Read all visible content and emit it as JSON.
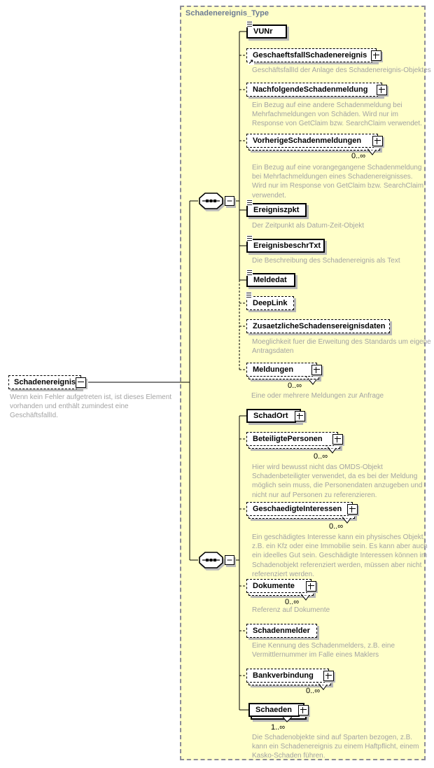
{
  "diagram": {
    "type_container": {
      "title": "Schadenereignis_Type"
    },
    "root": {
      "label": "Schadenereignis",
      "annotation": "Wenn kein Fehler aufgetreten ist, ist dieses Element vorhanden und enthält zumindest eine GeschäftsfallId."
    },
    "colors": {
      "container_fill": "#ffffc9",
      "title_text": "#6c7b93",
      "annotation_text": "#a3a3a3"
    },
    "elements": [
      {
        "label": "VUNr",
        "required": true,
        "has_attributes": true
      },
      {
        "label": "GeschaeftsfallSchadenereignis",
        "required": false,
        "expandable": true,
        "reference": true,
        "annotation": "GeschäftsfallId der Anlage des Schadenereignis-Objektes"
      },
      {
        "label": "NachfolgendeSchadenmeldung",
        "required": false,
        "expandable": true,
        "annotation": "Ein Bezug auf eine andere Schadenmeldung bei Mehrfachmeldungen von Schäden. Wird nur im Response von GetClaim bzw. SearchClaim verwendet."
      },
      {
        "label": "VorherigeSchadenmeldungen",
        "required": false,
        "expandable": true,
        "occurs": "0..∞",
        "annotation": "Ein Bezug auf eine vorangegangene Schadenmeldung bei Mehrfachmeldungen eines Schadenereignisses. Wird nur im Response von GetClaim bzw. SearchClaim verwendet."
      },
      {
        "label": "Ereigniszpkt",
        "required": true,
        "has_attributes": true,
        "annotation": "Der Zeitpunkt als Datum-Zeit-Objekt"
      },
      {
        "label": "EreignisbeschrTxt",
        "required": true,
        "has_attributes": true,
        "annotation": "Die Beschreibung des Schadenereignis als Text"
      },
      {
        "label": "Meldedat",
        "required": true,
        "has_attributes": true
      },
      {
        "label": "DeepLink",
        "required": false,
        "has_attributes": true
      },
      {
        "label": "ZusaetzlicheSchadensereignisdaten",
        "required": false,
        "annotation": "Moeglichkeit fuer die Erweitung des Standards um eigene Antragsdaten"
      },
      {
        "label": "Meldungen",
        "required": false,
        "expandable": true,
        "occurs": "0..∞",
        "annotation": "Eine oder mehrere Meldungen zur Anfrage"
      },
      {
        "label": "SchadOrt",
        "required": true,
        "expandable": true
      },
      {
        "label": "BeteiligtePersonen",
        "required": false,
        "expandable": true,
        "occurs": "0..∞",
        "annotation": "Hier wird bewusst nicht das OMDS-Objekt Schadenbeteiligter verwendet, da es bei der Meldung möglich sein muss, die Personendaten anzugeben und nicht nur auf Personen zu referenzieren."
      },
      {
        "label": "GeschaedigteInteressen",
        "required": false,
        "expandable": true,
        "occurs": "0..∞",
        "annotation": "Ein geschädigtes Interesse kann ein physisches Objekt, z.B. ein Kfz oder eine Immobilie sein. Es kann aber auch ein ideelles Gut sein. Geschädigte Interessen können im Schadenobjekt referenziert werden, müssen aber nicht referenziert werden."
      },
      {
        "label": "Dokumente",
        "required": false,
        "expandable": true,
        "occurs": "0..∞",
        "annotation": "Referenz auf Dokumente"
      },
      {
        "label": "Schadenmelder",
        "required": false,
        "annotation": "Eine Kennung des Schadenmelders, z.B. eine Vermittlernummer im Falle eines Maklers"
      },
      {
        "label": "Bankverbindung",
        "required": false,
        "expandable": true,
        "occurs": "0..∞"
      },
      {
        "label": "Schaeden",
        "required": true,
        "expandable": true,
        "occurs": "1..∞",
        "annotation": "Die Schadenobjekte sind auf Sparten bezogen, z.B. kann ein Schadenereignis zu einem Haftpflicht, einem Kasko-Schaden führen."
      }
    ]
  }
}
